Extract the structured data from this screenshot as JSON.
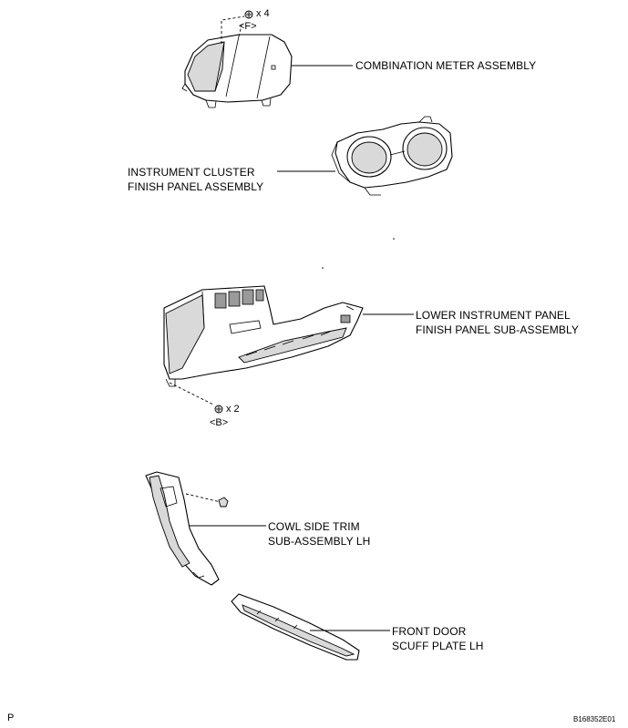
{
  "callouts": {
    "combination_meter": {
      "line1": "COMBINATION METER ASSEMBLY"
    },
    "instrument_cluster": {
      "line1": "INSTRUMENT CLUSTER",
      "line2": "FINISH PANEL ASSEMBLY"
    },
    "lower_instrument_panel": {
      "line1": "LOWER INSTRUMENT PANEL",
      "line2": "FINISH PANEL SUB-ASSEMBLY"
    },
    "cowl_side_trim": {
      "line1": "COWL SIDE TRIM",
      "line2": "SUB-ASSEMBLY LH"
    },
    "front_door_scuff": {
      "line1": "FRONT DOOR",
      "line2": "SCUFF PLATE LH"
    }
  },
  "fasteners": {
    "screw_f": {
      "qty": "x 4",
      "code": "<F>"
    },
    "screw_b": {
      "qty": "x 2",
      "code": "<B>"
    }
  },
  "footer": {
    "left_mark": "P",
    "figure_id": "B168352E01"
  }
}
